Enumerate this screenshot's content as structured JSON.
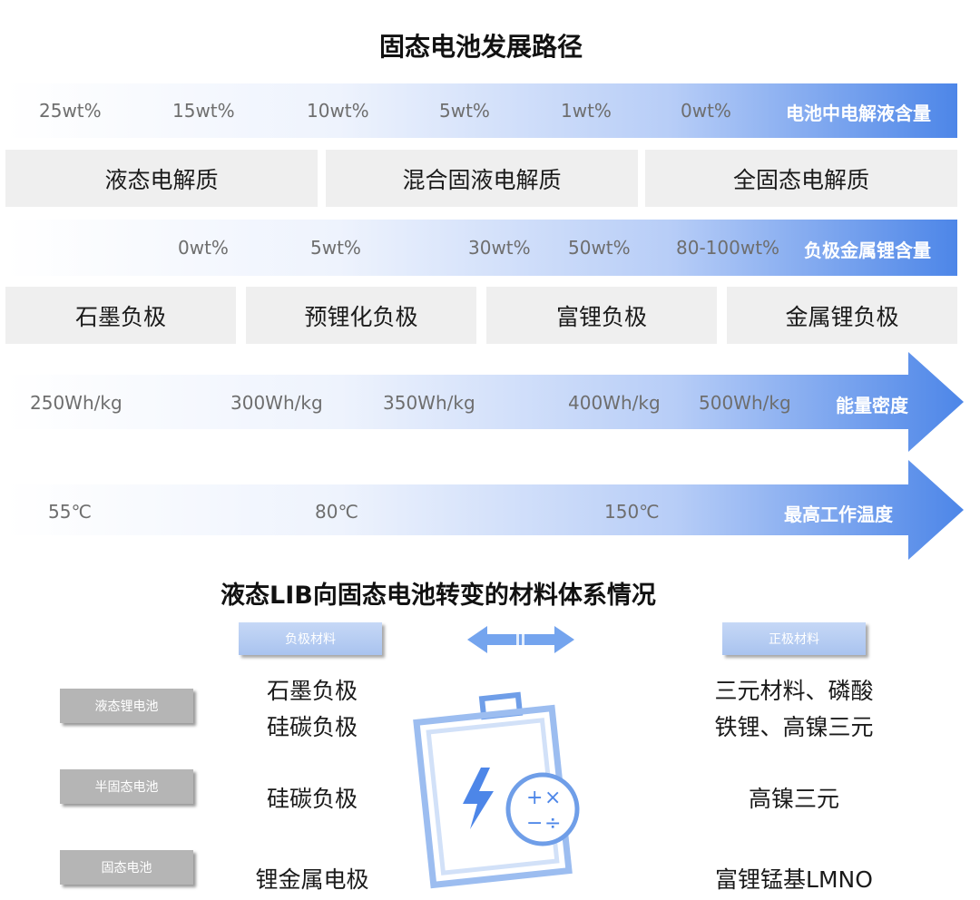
{
  "title": "固态电池发展路径",
  "electrolyte_band": {
    "labels": [
      "25wt%",
      "15wt%",
      "10wt%",
      "5wt%",
      "1wt%",
      "0wt%"
    ],
    "end_label": "电池中电解液含量"
  },
  "electrolyte_types": [
    "液态电解质",
    "混合固液电解质",
    "全固态电解质"
  ],
  "lithium_band": {
    "labels": [
      "0wt%",
      "5wt%",
      "30wt%",
      "50wt%",
      "80-100wt%"
    ],
    "end_label": "负极金属锂含量"
  },
  "anode_types": [
    "石墨负极",
    "预锂化负极",
    "富锂负极",
    "金属锂负极"
  ],
  "energy_arrow": {
    "labels": [
      "250Wh/kg",
      "300Wh/kg",
      "350Wh/kg",
      "400Wh/kg",
      "500Wh/kg"
    ],
    "end_label": "能量密度"
  },
  "temp_arrow": {
    "labels": [
      "55℃",
      "80℃",
      "150℃"
    ],
    "end_label": "最高工作温度"
  },
  "subtitle": "液态LIB向固态电池转变的材料体系情况",
  "table": {
    "anode_header": "负极材料",
    "cathode_header": "正极材料",
    "rows": [
      {
        "type": "液态锂电池",
        "anode": [
          "石墨负极",
          "硅碳负极"
        ],
        "cathode": [
          "三元材料、磷酸",
          "铁锂、高镍三元"
        ]
      },
      {
        "type": "半固态电池",
        "anode": [
          "硅碳负极"
        ],
        "cathode": [
          "高镍三元"
        ]
      },
      {
        "type": "固态电池",
        "anode": [
          "锂金属电极"
        ],
        "cathode": [
          "富锂锰基LMNO"
        ]
      }
    ]
  },
  "icons": {
    "swap": "double-arrow-icon",
    "battery": "battery-charge-icon",
    "math": "math-symbols-icon"
  },
  "colors": {
    "accent": "#4d86e8",
    "light_accent": "#b7cdf7",
    "box_gray": "#efefef",
    "pill_gray": "#b5b5b5"
  }
}
